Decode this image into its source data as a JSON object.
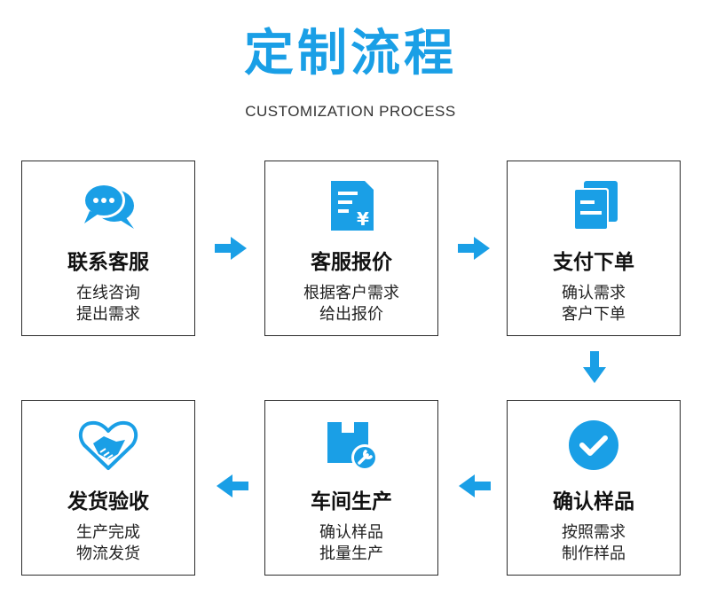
{
  "header": {
    "title": "定制流程",
    "subtitle": "CUSTOMIZATION PROCESS"
  },
  "colors": {
    "accent": "#1a9fe6",
    "border": "#2b2b2b",
    "text": "#111111"
  },
  "steps": [
    {
      "icon": "chat-bubbles-icon",
      "name": "联系客服",
      "line1": "在线咨询",
      "line2": "提出需求"
    },
    {
      "icon": "price-quote-icon",
      "name": "客服报价",
      "line1": "根据客户需求",
      "line2": "给出报价"
    },
    {
      "icon": "documents-icon",
      "name": "支付下单",
      "line1": "确认需求",
      "line2": "客户下单"
    },
    {
      "icon": "checkmark-circle-icon",
      "name": "确认样品",
      "line1": "按照需求",
      "line2": "制作样品"
    },
    {
      "icon": "wrench-box-icon",
      "name": "车间生产",
      "line1": "确认样品",
      "line2": "批量生产"
    },
    {
      "icon": "handshake-heart-icon",
      "name": "发货验收",
      "line1": "生产完成",
      "line2": "物流发货"
    }
  ]
}
